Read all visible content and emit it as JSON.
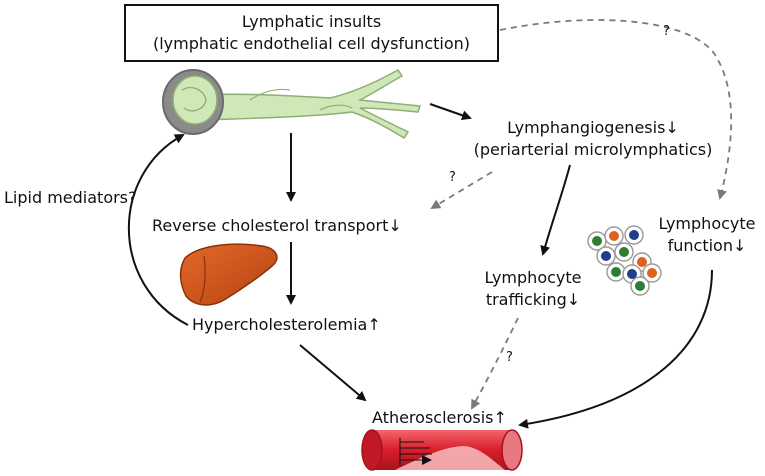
{
  "nodes": {
    "insults_line1": "Lymphatic insults",
    "insults_line2": "(lymphatic endothelial cell dysfunction)",
    "lymphangiogenesis_line1": "Lymphangiogenesis↓",
    "lymphangiogenesis_line2": "(periarterial microlymphatics)",
    "reverse_cholesterol": "Reverse cholesterol transport↓",
    "hypercholesterolemia": "Hypercholesterolemia↑",
    "lipid_mediators": "Lipid mediators?",
    "lymphocyte_trafficking_line1": "Lymphocyte",
    "lymphocyte_trafficking_line2": "trafficking↓",
    "lymphocyte_function_line1": "Lymphocyte",
    "lymphocyte_function_line2": "function↓",
    "atherosclerosis": "Atherosclerosis↑"
  },
  "question_marks": {
    "top_right": "?",
    "middle": "?",
    "bottom": "?"
  },
  "icons": {
    "lymphatic_vessel": "lymphatic-vessel-icon",
    "liver": "liver-icon",
    "lymphocytes": "lymphocyte-cluster-icon",
    "artery": "artery-icon"
  },
  "colors": {
    "vessel_fill": "#cfe8b8",
    "vessel_node": "#808080",
    "liver": "#d2531a",
    "artery": "#d81e2a",
    "lymphocyte_green": "#2e7d32",
    "lymphocyte_blue": "#1f3f8a",
    "lymphocyte_orange": "#e0601c"
  }
}
